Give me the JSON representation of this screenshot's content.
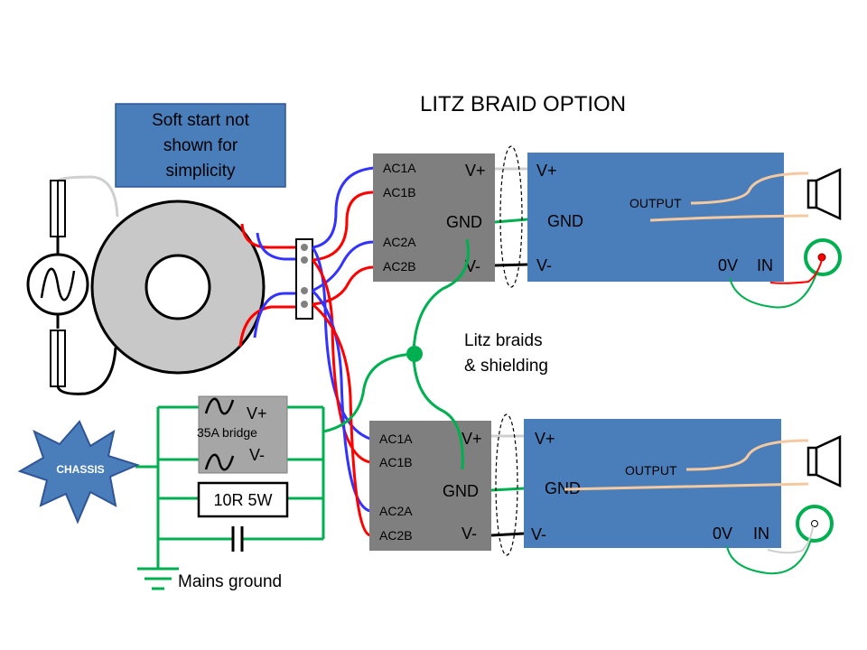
{
  "title": "LITZ BRAID OPTION",
  "note_lines": [
    "Soft start not",
    "shown for",
    "simplicity"
  ],
  "psu_top": {
    "ac1a": "AC1A",
    "ac1b": "AC1B",
    "ac2a": "AC2A",
    "ac2b": "AC2B",
    "vplus": "V+",
    "gnd": "GND",
    "vminus": "V-"
  },
  "psu_bottom": {
    "ac1a": "AC1A",
    "ac1b": "AC1B",
    "ac2a": "AC2A",
    "ac2b": "AC2B",
    "vplus": "V+",
    "gnd": "GND",
    "vminus": "V-"
  },
  "amp_top": {
    "vplus": "V+",
    "gnd": "GND",
    "vminus": "V-",
    "output": "OUTPUT",
    "zero_v": "0V",
    "in": "IN"
  },
  "amp_bottom": {
    "vplus": "V+",
    "gnd": "GND",
    "vminus": "V-",
    "output": "OUTPUT",
    "zero_v": "0V",
    "in": "IN"
  },
  "braid_label_lines": [
    "Litz braids",
    "& shielding"
  ],
  "bridge": {
    "vplus": "V+",
    "label": "35A bridge",
    "vminus": "V-"
  },
  "resistor_label": "10R 5W",
  "chassis_label": "CHASSIS",
  "mains_ground_label": "Mains ground",
  "colors": {
    "box_fill": "#4a7ebb",
    "psu_fill": "#7f7f7f",
    "toroid_fill": "#c8c8c8",
    "ground_wire": "#00b050",
    "red_wire": "#ff0000",
    "blue_wire": "#3333ff",
    "speaker_wire": "#f4c9a0",
    "chassis_fill": "#4a7ebb"
  },
  "icons": [
    "ac-source-icon",
    "fuse-icon",
    "speaker-icon",
    "rca-input-icon",
    "ground-symbol-icon",
    "capacitor-icon"
  ]
}
